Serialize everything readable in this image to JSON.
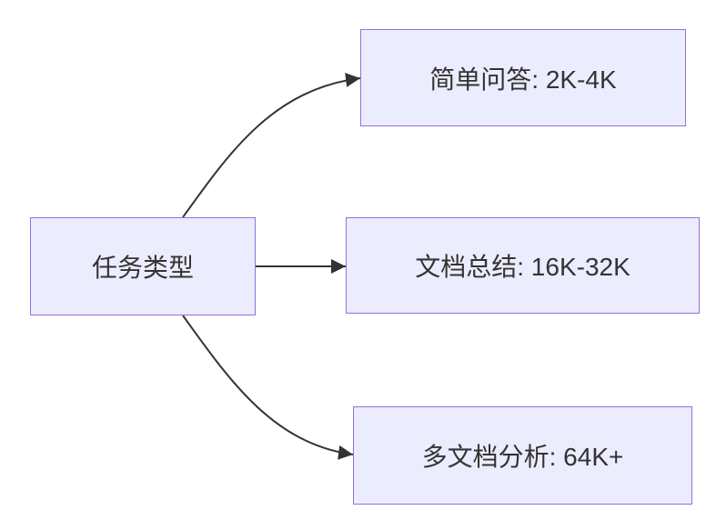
{
  "diagram": {
    "type": "flowchart-left-to-right",
    "background_color": "#FFFFFF",
    "node_fill_color": "#ECECFF",
    "node_border_color": "#9370DB",
    "edge_color": "#333333",
    "text_color": "#333333",
    "root": {
      "label": "任务类型"
    },
    "children": [
      {
        "label": "简单问答: 2K-4K"
      },
      {
        "label": "文档总结: 16K-32K"
      },
      {
        "label": "多文档分析: 64K+"
      }
    ]
  }
}
